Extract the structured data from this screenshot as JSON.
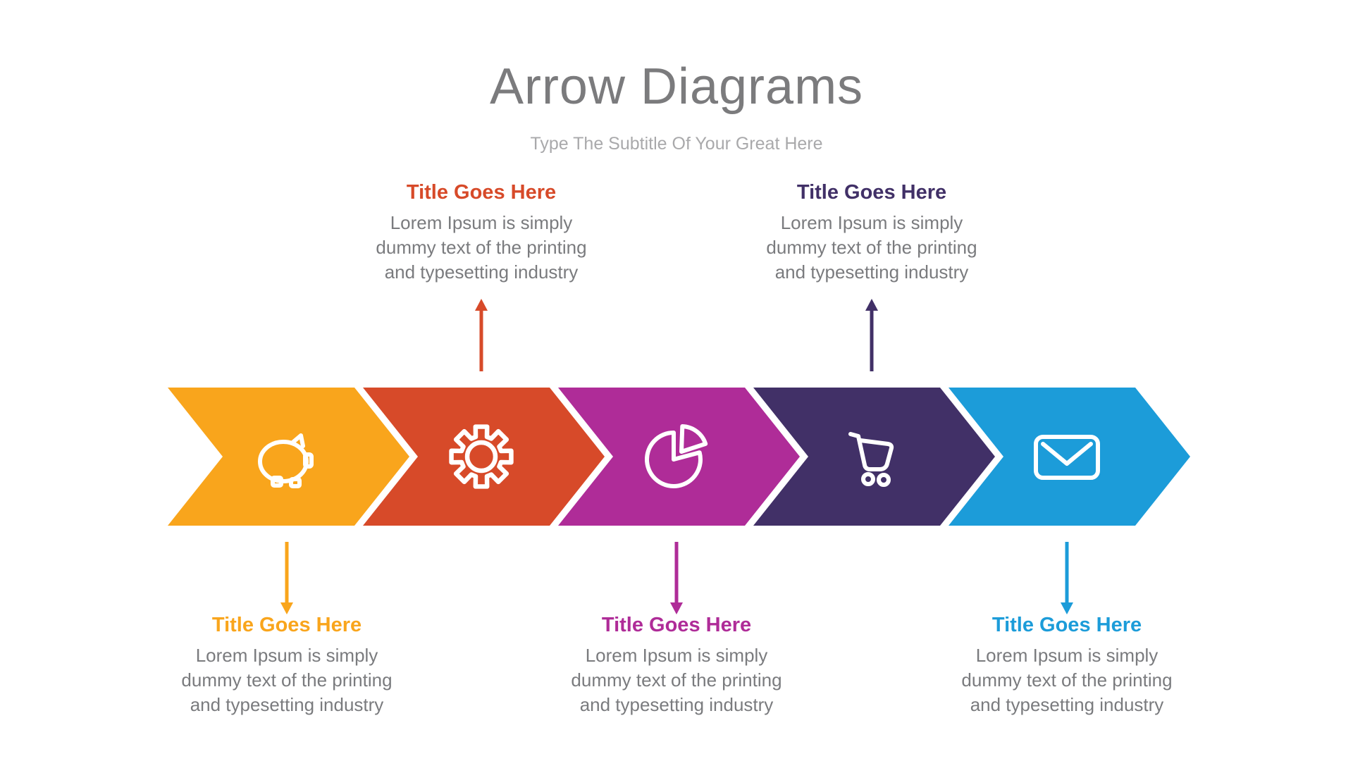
{
  "header": {
    "title": "Arrow Diagrams",
    "subtitle": "Type The Subtitle Of Your Great Here"
  },
  "colors": {
    "heading_gray": "#7B7B7D",
    "subtitle_gray": "#A9A9AB",
    "body_text_gray": "#7A7B7E",
    "icon_stroke": "#FFFFFF",
    "background": "#FFFFFF"
  },
  "steps": [
    {
      "name": "step-1",
      "color": "#F9A51C",
      "icon": "piggy-bank-icon",
      "callout_position": "bottom",
      "title": "Title Goes Here",
      "desc_lines": [
        "Lorem Ipsum is simply",
        "dummy text of the printing",
        "and typesetting industry"
      ]
    },
    {
      "name": "step-2",
      "color": "#D74A29",
      "icon": "gear-icon",
      "callout_position": "top",
      "title": "Title Goes Here",
      "desc_lines": [
        "Lorem Ipsum is simply",
        "dummy text of the printing",
        "and typesetting industry"
      ]
    },
    {
      "name": "step-3",
      "color": "#AF2C98",
      "icon": "pie-chart-icon",
      "callout_position": "bottom",
      "title": "Title Goes Here",
      "desc_lines": [
        "Lorem Ipsum is simply",
        "dummy text of the printing",
        "and typesetting industry"
      ]
    },
    {
      "name": "step-4",
      "color": "#413067",
      "icon": "shopping-cart-icon",
      "callout_position": "top",
      "title": "Title Goes Here",
      "desc_lines": [
        "Lorem Ipsum is simply",
        "dummy text of the printing",
        "and typesetting industry"
      ]
    },
    {
      "name": "step-5",
      "color": "#1C9CD9",
      "icon": "envelope-icon",
      "callout_position": "bottom",
      "title": "Title Goes Here",
      "desc_lines": [
        "Lorem Ipsum is simply",
        "dummy text of the printing",
        "and typesetting industry"
      ]
    }
  ]
}
